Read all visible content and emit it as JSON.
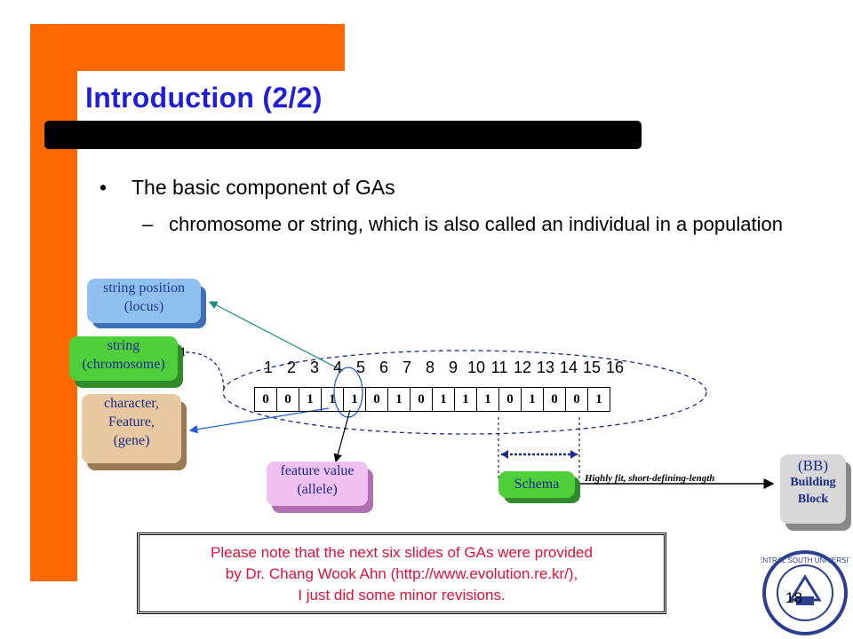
{
  "title": "Introduction (2/2)",
  "bullet": {
    "main": "The basic component of GAs",
    "sub": "chromosome or string, which is also called an individual in a population"
  },
  "labels": {
    "locus_line1": "string position",
    "locus_line2": "(locus)",
    "string_line1": "string",
    "string_line2": "(chromosome)",
    "gene_line1": "character,",
    "gene_line2": "Feature,",
    "gene_line3": "(gene)",
    "allele_line1": "feature value",
    "allele_line2": "(allele)",
    "schema": "Schema",
    "bb_line1": "(BB)",
    "bb_line2": "Building",
    "bb_line3": "Block",
    "arrow_text": "Highly fit, short-defining-length"
  },
  "positions": [
    "1",
    "2",
    "3",
    "4",
    "5",
    "6",
    "7",
    "8",
    "9",
    "10",
    "11",
    "12",
    "13",
    "14",
    "15",
    "16"
  ],
  "bits": [
    "0",
    "0",
    "1",
    "1",
    "1",
    "0",
    "1",
    "0",
    "1",
    "1",
    "1",
    "0",
    "1",
    "0",
    "0",
    "1"
  ],
  "note": {
    "line1": "Please note that the next six slides of GAs were provided",
    "line2": "by Dr. Chang Wook Ahn (http://www.evolution.re.kr/),",
    "line3": "I just did some minor revisions."
  },
  "page_number": "18",
  "colors": {
    "orange": "#ff6a00",
    "title": "#1f1fd6",
    "note": "#e0103a"
  }
}
